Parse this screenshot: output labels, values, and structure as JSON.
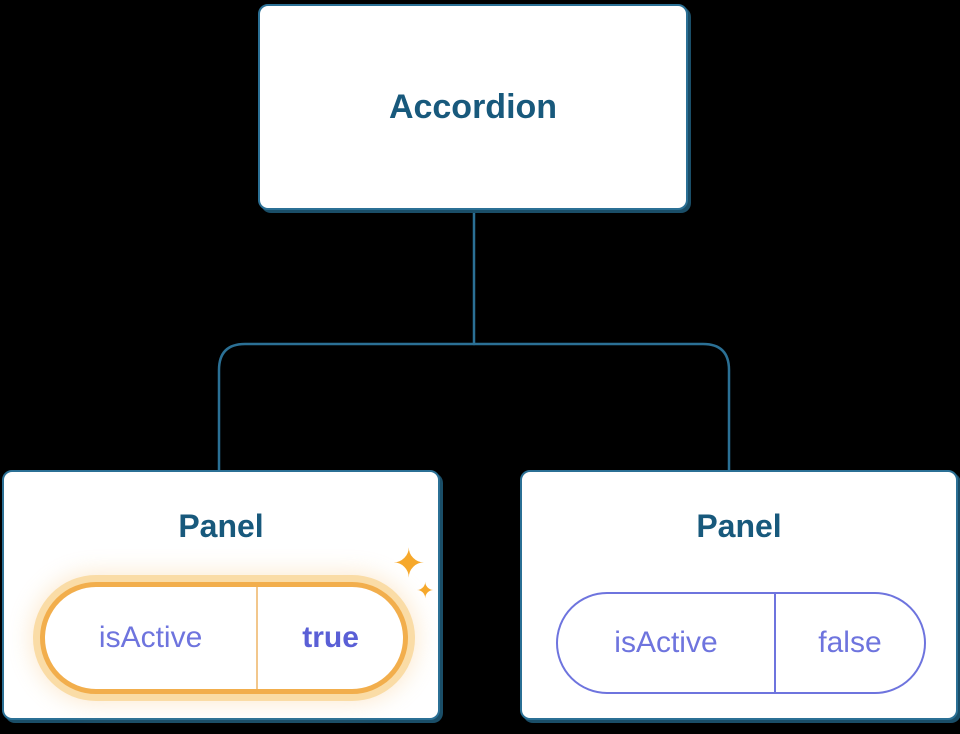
{
  "diagram": {
    "root": {
      "label": "Accordion"
    },
    "children": [
      {
        "label": "Panel",
        "prop": {
          "name": "isActive",
          "value": "true"
        },
        "highlighted": true
      },
      {
        "label": "Panel",
        "prop": {
          "name": "isActive",
          "value": "false"
        },
        "highlighted": false
      }
    ]
  },
  "icons": {
    "sparkle": "✦"
  },
  "colors": {
    "background": "#000000",
    "box_border": "#2B7095",
    "box_fill": "#FFFFFF",
    "box_shadow": "#1A4E68",
    "title_text": "#18597C",
    "connector": "#2B7095",
    "pill_purple": "#6E74DE",
    "pill_value_bold": "#5A5FD6",
    "highlight_orange": "#F2AE4C",
    "highlight_glow": "#FADCA6",
    "highlight_divider": "#F2C78C",
    "sparkle": "#F6A82B"
  }
}
